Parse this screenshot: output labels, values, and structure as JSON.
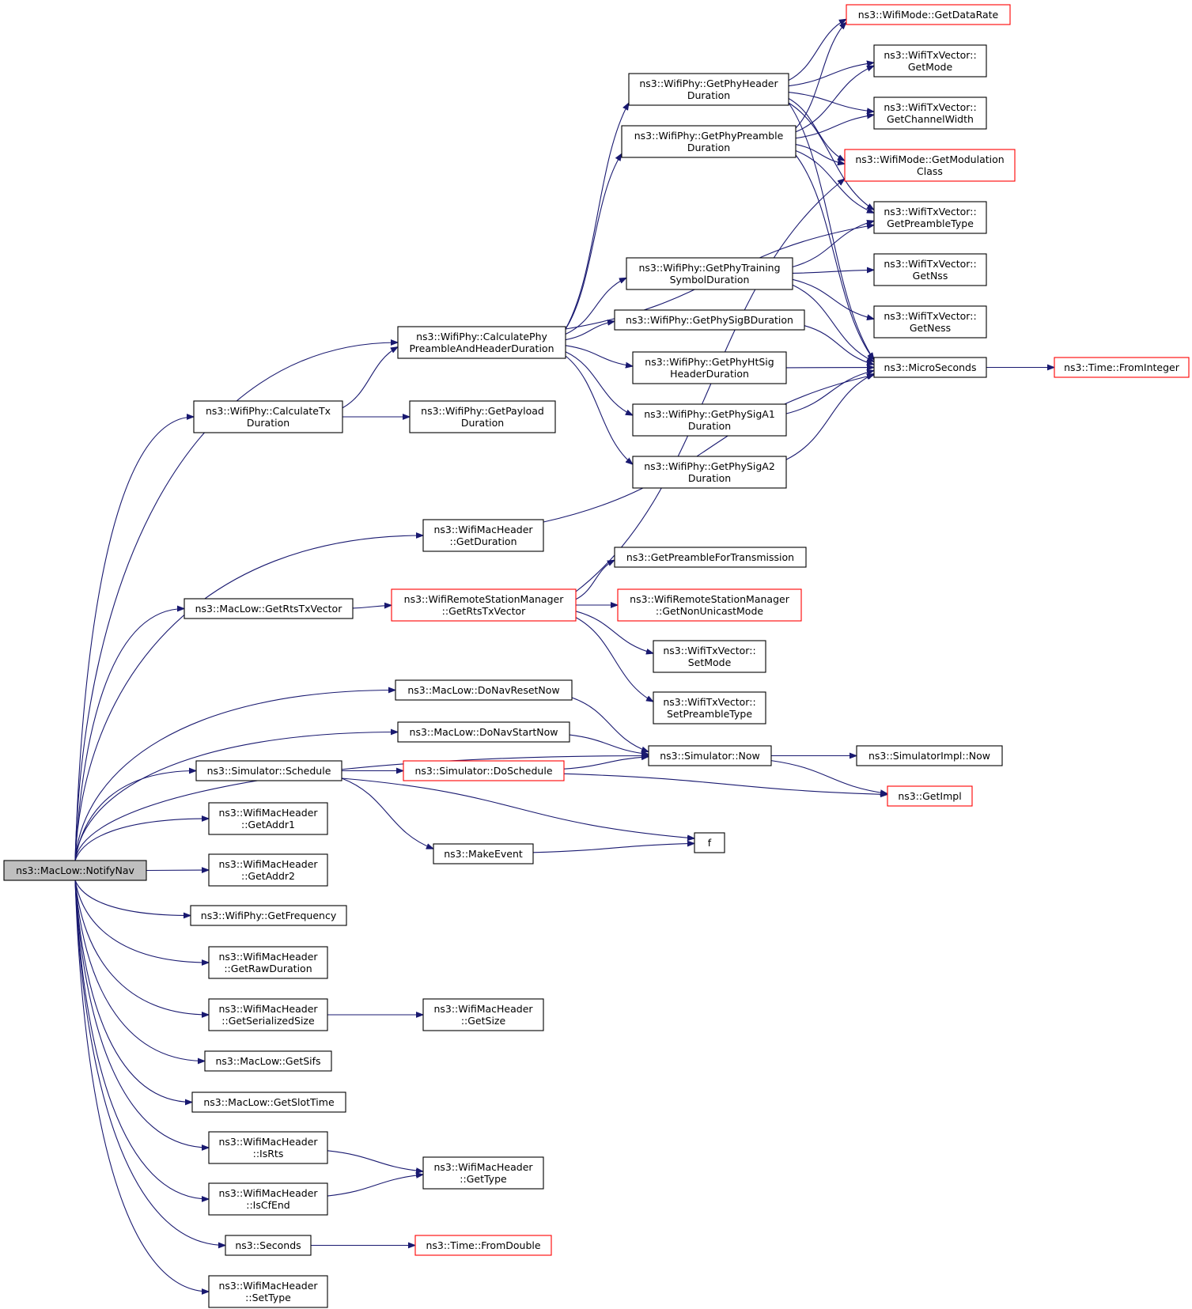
{
  "diagram": {
    "type": "call-graph",
    "nodes": [
      {
        "id": "notifyNav",
        "lines": [
          "ns3::MacLow::NotifyNav"
        ],
        "style": "root"
      },
      {
        "id": "calcPhyPre",
        "lines": [
          "ns3::WifiPhy::CalculatePhy",
          "PreambleAndHeaderDuration"
        ],
        "style": "normal"
      },
      {
        "id": "calcTx",
        "lines": [
          "ns3::WifiPhy::CalculateTx",
          "Duration"
        ],
        "style": "normal"
      },
      {
        "id": "getPayload",
        "lines": [
          "ns3::WifiPhy::GetPayload",
          "Duration"
        ],
        "style": "normal"
      },
      {
        "id": "getPhyHdr",
        "lines": [
          "ns3::WifiPhy::GetPhyHeader",
          "Duration"
        ],
        "style": "normal"
      },
      {
        "id": "getPhyPre",
        "lines": [
          "ns3::WifiPhy::GetPhyPreamble",
          "Duration"
        ],
        "style": "normal"
      },
      {
        "id": "getPhyTrain",
        "lines": [
          "ns3::WifiPhy::GetPhyTraining",
          "SymbolDuration"
        ],
        "style": "normal"
      },
      {
        "id": "getSigB",
        "lines": [
          "ns3::WifiPhy::GetPhySigBDuration"
        ],
        "style": "normal"
      },
      {
        "id": "getHtSig",
        "lines": [
          "ns3::WifiPhy::GetPhyHtSig",
          "HeaderDuration"
        ],
        "style": "normal"
      },
      {
        "id": "getSigA1",
        "lines": [
          "ns3::WifiPhy::GetPhySigA1",
          "Duration"
        ],
        "style": "normal"
      },
      {
        "id": "getSigA2",
        "lines": [
          "ns3::WifiPhy::GetPhySigA2",
          "Duration"
        ],
        "style": "normal"
      },
      {
        "id": "dataRate",
        "lines": [
          "ns3::WifiMode::GetDataRate"
        ],
        "style": "red"
      },
      {
        "id": "txMode",
        "lines": [
          "ns3::WifiTxVector::",
          "GetMode"
        ],
        "style": "normal"
      },
      {
        "id": "txChan",
        "lines": [
          "ns3::WifiTxVector::",
          "GetChannelWidth"
        ],
        "style": "normal"
      },
      {
        "id": "modClass",
        "lines": [
          "ns3::WifiMode::GetModulation",
          "Class"
        ],
        "style": "red"
      },
      {
        "id": "txPre",
        "lines": [
          "ns3::WifiTxVector::",
          "GetPreambleType"
        ],
        "style": "normal"
      },
      {
        "id": "txNss",
        "lines": [
          "ns3::WifiTxVector::",
          "GetNss"
        ],
        "style": "normal"
      },
      {
        "id": "txNess",
        "lines": [
          "ns3::WifiTxVector::",
          "GetNess"
        ],
        "style": "normal"
      },
      {
        "id": "micro",
        "lines": [
          "ns3::MicroSeconds"
        ],
        "style": "normal"
      },
      {
        "id": "fromInt",
        "lines": [
          "ns3::Time::FromInteger"
        ],
        "style": "red"
      },
      {
        "id": "hdrDur",
        "lines": [
          "ns3::WifiMacHeader",
          "::GetDuration"
        ],
        "style": "normal"
      },
      {
        "id": "getPreTx",
        "lines": [
          "ns3::GetPreambleForTransmission"
        ],
        "style": "normal"
      },
      {
        "id": "rtsTx",
        "lines": [
          "ns3::MacLow::GetRtsTxVector"
        ],
        "style": "normal"
      },
      {
        "id": "rsmRts",
        "lines": [
          "ns3::WifiRemoteStationManager",
          "::GetRtsTxVector"
        ],
        "style": "red"
      },
      {
        "id": "nonUni",
        "lines": [
          "ns3::WifiRemoteStationManager",
          "::GetNonUnicastMode"
        ],
        "style": "red"
      },
      {
        "id": "setMode",
        "lines": [
          "ns3::WifiTxVector::",
          "SetMode"
        ],
        "style": "normal"
      },
      {
        "id": "setPre",
        "lines": [
          "ns3::WifiTxVector::",
          "SetPreambleType"
        ],
        "style": "normal"
      },
      {
        "id": "navReset",
        "lines": [
          "ns3::MacLow::DoNavResetNow"
        ],
        "style": "normal"
      },
      {
        "id": "navStart",
        "lines": [
          "ns3::MacLow::DoNavStartNow"
        ],
        "style": "normal"
      },
      {
        "id": "simNow",
        "lines": [
          "ns3::Simulator::Now"
        ],
        "style": "normal"
      },
      {
        "id": "simImplNow",
        "lines": [
          "ns3::SimulatorImpl::Now"
        ],
        "style": "normal"
      },
      {
        "id": "schedule",
        "lines": [
          "ns3::Simulator::Schedule"
        ],
        "style": "normal"
      },
      {
        "id": "doSched",
        "lines": [
          "ns3::Simulator::DoSchedule"
        ],
        "style": "red"
      },
      {
        "id": "getImpl",
        "lines": [
          "ns3::GetImpl"
        ],
        "style": "red"
      },
      {
        "id": "f",
        "lines": [
          "f"
        ],
        "style": "normal"
      },
      {
        "id": "makeEvent",
        "lines": [
          "ns3::MakeEvent"
        ],
        "style": "normal"
      },
      {
        "id": "addr1",
        "lines": [
          "ns3::WifiMacHeader",
          "::GetAddr1"
        ],
        "style": "normal"
      },
      {
        "id": "addr2",
        "lines": [
          "ns3::WifiMacHeader",
          "::GetAddr2"
        ],
        "style": "normal"
      },
      {
        "id": "freq",
        "lines": [
          "ns3::WifiPhy::GetFrequency"
        ],
        "style": "normal"
      },
      {
        "id": "rawDur",
        "lines": [
          "ns3::WifiMacHeader",
          "::GetRawDuration"
        ],
        "style": "normal"
      },
      {
        "id": "serSize",
        "lines": [
          "ns3::WifiMacHeader",
          "::GetSerializedSize"
        ],
        "style": "normal"
      },
      {
        "id": "getSize",
        "lines": [
          "ns3::WifiMacHeader",
          "::GetSize"
        ],
        "style": "normal"
      },
      {
        "id": "sifs",
        "lines": [
          "ns3::MacLow::GetSifs"
        ],
        "style": "normal"
      },
      {
        "id": "slot",
        "lines": [
          "ns3::MacLow::GetSlotTime"
        ],
        "style": "normal"
      },
      {
        "id": "isRts",
        "lines": [
          "ns3::WifiMacHeader",
          "::IsRts"
        ],
        "style": "normal"
      },
      {
        "id": "isCfEnd",
        "lines": [
          "ns3::WifiMacHeader",
          "::IsCfEnd"
        ],
        "style": "normal"
      },
      {
        "id": "getType",
        "lines": [
          "ns3::WifiMacHeader",
          "::GetType"
        ],
        "style": "normal"
      },
      {
        "id": "seconds",
        "lines": [
          "ns3::Seconds"
        ],
        "style": "normal"
      },
      {
        "id": "fromDbl",
        "lines": [
          "ns3::Time::FromDouble"
        ],
        "style": "red"
      },
      {
        "id": "setType",
        "lines": [
          "ns3::WifiMacHeader",
          "::SetType"
        ],
        "style": "normal"
      }
    ],
    "edges": [
      [
        "notifyNav",
        "calcPhyPre"
      ],
      [
        "notifyNav",
        "calcTx"
      ],
      [
        "notifyNav",
        "hdrDur"
      ],
      [
        "notifyNav",
        "rtsTx"
      ],
      [
        "notifyNav",
        "simNow"
      ],
      [
        "notifyNav",
        "navReset"
      ],
      [
        "notifyNav",
        "navStart"
      ],
      [
        "notifyNav",
        "schedule"
      ],
      [
        "notifyNav",
        "addr1"
      ],
      [
        "notifyNav",
        "addr2"
      ],
      [
        "notifyNav",
        "freq"
      ],
      [
        "notifyNav",
        "rawDur"
      ],
      [
        "notifyNav",
        "serSize"
      ],
      [
        "notifyNav",
        "sifs"
      ],
      [
        "notifyNav",
        "slot"
      ],
      [
        "notifyNav",
        "isRts"
      ],
      [
        "notifyNav",
        "isCfEnd"
      ],
      [
        "notifyNav",
        "seconds"
      ],
      [
        "notifyNav",
        "setType"
      ],
      [
        "calcTx",
        "calcPhyPre"
      ],
      [
        "calcTx",
        "getPayload"
      ],
      [
        "calcPhyPre",
        "getPhyHdr"
      ],
      [
        "calcPhyPre",
        "getPhyPre"
      ],
      [
        "calcPhyPre",
        "getPhyTrain"
      ],
      [
        "calcPhyPre",
        "getSigB"
      ],
      [
        "calcPhyPre",
        "getHtSig"
      ],
      [
        "calcPhyPre",
        "getSigA1"
      ],
      [
        "calcPhyPre",
        "getSigA2"
      ],
      [
        "calcPhyPre",
        "txPre"
      ],
      [
        "getPhyHdr",
        "dataRate"
      ],
      [
        "getPhyHdr",
        "txMode"
      ],
      [
        "getPhyHdr",
        "txChan"
      ],
      [
        "getPhyHdr",
        "modClass"
      ],
      [
        "getPhyHdr",
        "txPre"
      ],
      [
        "getPhyHdr",
        "micro"
      ],
      [
        "getPhyPre",
        "dataRate"
      ],
      [
        "getPhyPre",
        "txMode"
      ],
      [
        "getPhyPre",
        "txChan"
      ],
      [
        "getPhyPre",
        "modClass"
      ],
      [
        "getPhyPre",
        "txPre"
      ],
      [
        "getPhyPre",
        "micro"
      ],
      [
        "getPhyTrain",
        "txPre"
      ],
      [
        "getPhyTrain",
        "txNss"
      ],
      [
        "getPhyTrain",
        "txNess"
      ],
      [
        "getPhyTrain",
        "micro"
      ],
      [
        "getSigB",
        "micro"
      ],
      [
        "getHtSig",
        "micro"
      ],
      [
        "getSigA1",
        "micro"
      ],
      [
        "getSigA2",
        "micro"
      ],
      [
        "micro",
        "fromInt"
      ],
      [
        "hdrDur",
        "micro"
      ],
      [
        "rtsTx",
        "rsmRts"
      ],
      [
        "rsmRts",
        "modClass"
      ],
      [
        "rsmRts",
        "getPreTx"
      ],
      [
        "rsmRts",
        "nonUni"
      ],
      [
        "rsmRts",
        "setMode"
      ],
      [
        "rsmRts",
        "setPre"
      ],
      [
        "navReset",
        "simNow"
      ],
      [
        "navStart",
        "simNow"
      ],
      [
        "simNow",
        "simImplNow"
      ],
      [
        "simNow",
        "getImpl"
      ],
      [
        "schedule",
        "doSched"
      ],
      [
        "schedule",
        "f"
      ],
      [
        "schedule",
        "makeEvent"
      ],
      [
        "doSched",
        "simNow"
      ],
      [
        "doSched",
        "getImpl"
      ],
      [
        "makeEvent",
        "f"
      ],
      [
        "serSize",
        "getSize"
      ],
      [
        "isRts",
        "getType"
      ],
      [
        "isCfEnd",
        "getType"
      ],
      [
        "seconds",
        "fromDbl"
      ]
    ]
  }
}
